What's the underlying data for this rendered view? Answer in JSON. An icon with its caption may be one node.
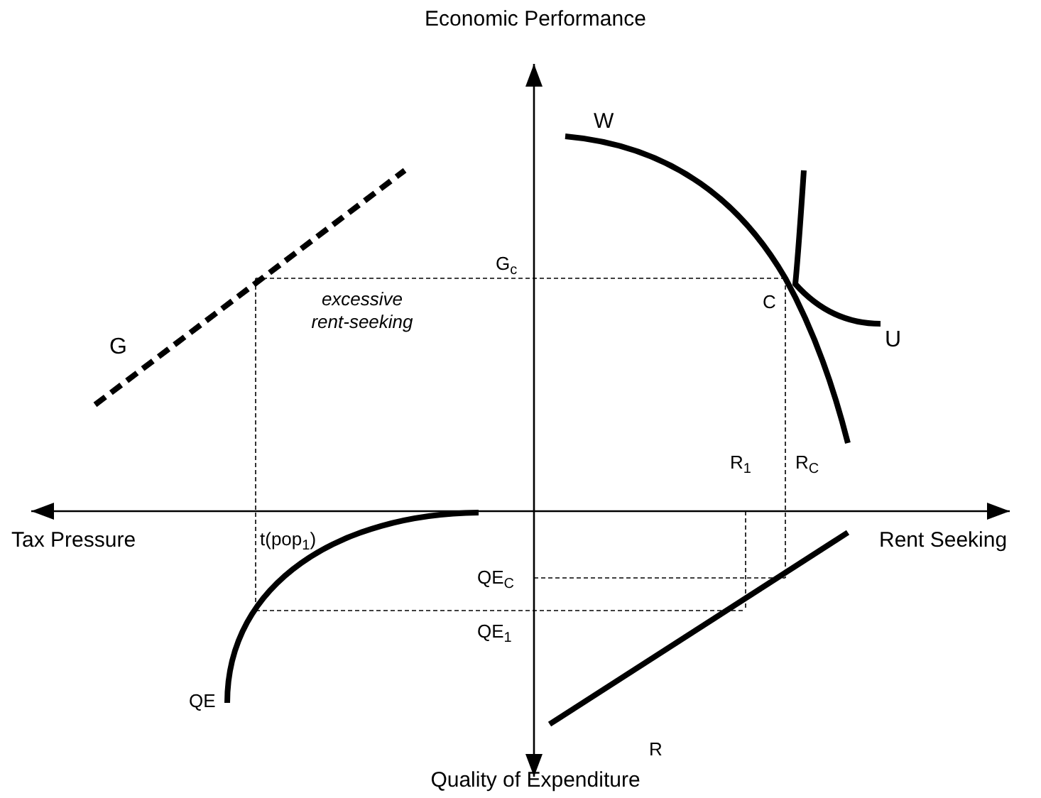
{
  "diagram": {
    "labels": [
      "Economic Performance",
      "W",
      "G$_{c}$",
      "C",
      "G",
      "U",
      "excessive rent-seeking",
      "R$_{1}$",
      "R$_{C}$",
      "Tax Pressure",
      "t(pop$_{1}$)",
      "Rent Seeking",
      "QE$_{C}$",
      "QE$_{1}$",
      "QE",
      "R",
      "Quality of Expenditure"
    ]
  }
}
